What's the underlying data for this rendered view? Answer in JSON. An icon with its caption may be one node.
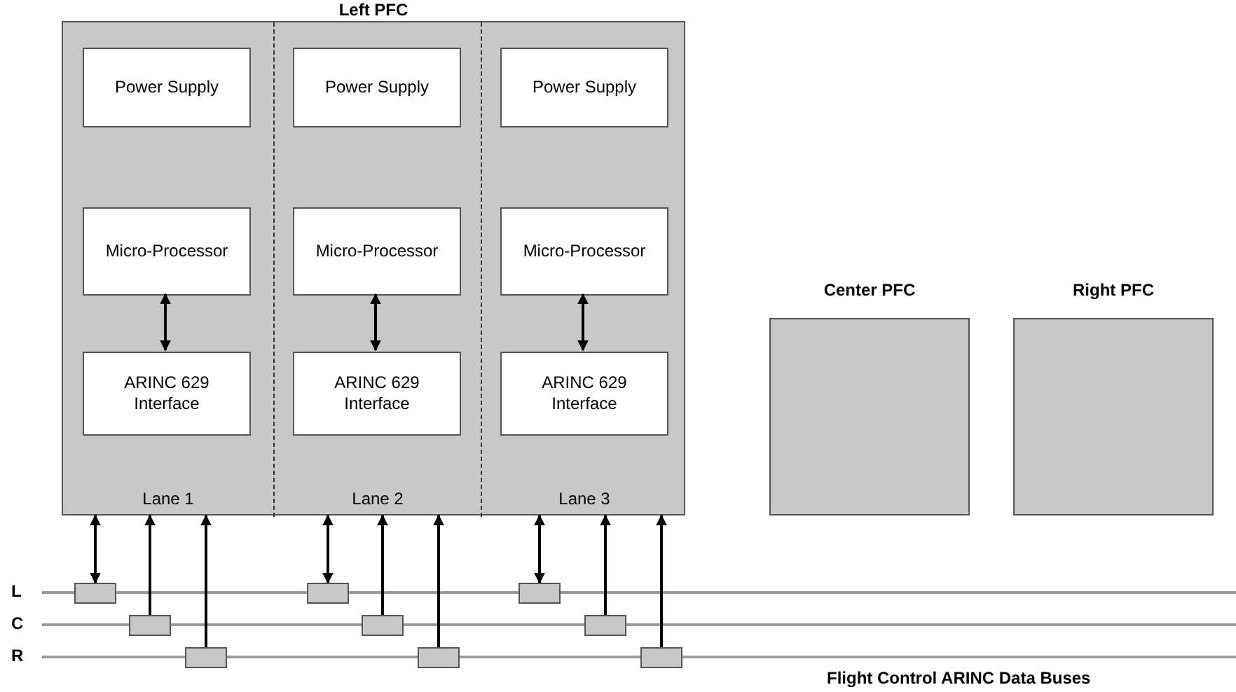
{
  "diagram": {
    "nodes": [
      {
        "text": [
          "Left PFC"
        ]
      },
      {
        "text": [
          "Lane 1"
        ],
        "in": 0
      },
      {
        "text": [
          "Power Supply"
        ],
        "in": 1
      },
      {
        "text": [
          "Micro-Processor"
        ],
        "in": 1
      },
      {
        "text": [
          "ARINC 629 Interface"
        ],
        "in": 1
      },
      {
        "text": [
          "Lane 2"
        ],
        "in": 0
      },
      {
        "text": [
          "Power Supply"
        ],
        "in": 5
      },
      {
        "text": [
          "Micro-Processor"
        ],
        "in": 5
      },
      {
        "text": [
          "ARINC 629 Interface"
        ],
        "in": 5
      },
      {
        "text": [
          "Lane 3"
        ],
        "in": 0
      },
      {
        "text": [
          "Power Supply"
        ],
        "in": 9
      },
      {
        "text": [
          "Micro-Processor"
        ],
        "in": 9
      },
      {
        "text": [
          "ARINC 629 Interface"
        ],
        "in": 9
      },
      {
        "text": [
          "Center PFC"
        ]
      },
      {
        "text": [
          "Right PFC"
        ]
      },
      {
        "text": [],
        "shape": "bar",
        "beside": [
          "L"
        ]
      },
      {
        "text": [],
        "shape": "bar",
        "beside": [
          "C"
        ]
      },
      {
        "text": [],
        "shape": "bar",
        "beside": [
          "R"
        ]
      },
      {
        "text": [],
        "shape": "box"
      },
      {
        "text": [],
        "shape": "box"
      },
      {
        "text": [],
        "shape": "box"
      },
      {
        "text": [],
        "shape": "box"
      },
      {
        "text": [],
        "shape": "box"
      },
      {
        "text": [],
        "shape": "box"
      },
      {
        "text": [],
        "shape": "box"
      },
      {
        "text": [],
        "shape": "box"
      },
      {
        "text": [],
        "shape": "box"
      }
    ],
    "edges": [
      {
        "from": 3,
        "to": 4,
        "arrow": "both"
      },
      {
        "from": 7,
        "to": 8,
        "arrow": "both"
      },
      {
        "from": 11,
        "to": 12,
        "arrow": "both"
      },
      {
        "from": 1,
        "to": 18,
        "arrow": "both"
      },
      {
        "from": 19,
        "to": 1,
        "arrow": "to"
      },
      {
        "from": 20,
        "to": 1,
        "arrow": "to"
      },
      {
        "from": 5,
        "to": 21,
        "arrow": "both"
      },
      {
        "from": 22,
        "to": 5,
        "arrow": "to"
      },
      {
        "from": 23,
        "to": 5,
        "arrow": "to"
      },
      {
        "from": 9,
        "to": 24,
        "arrow": "both"
      },
      {
        "from": 25,
        "to": 9,
        "arrow": "to"
      },
      {
        "from": 26,
        "to": 9,
        "arrow": "to"
      }
    ],
    "labels": [
      "Flight Control ARINC Data Buses"
    ]
  }
}
